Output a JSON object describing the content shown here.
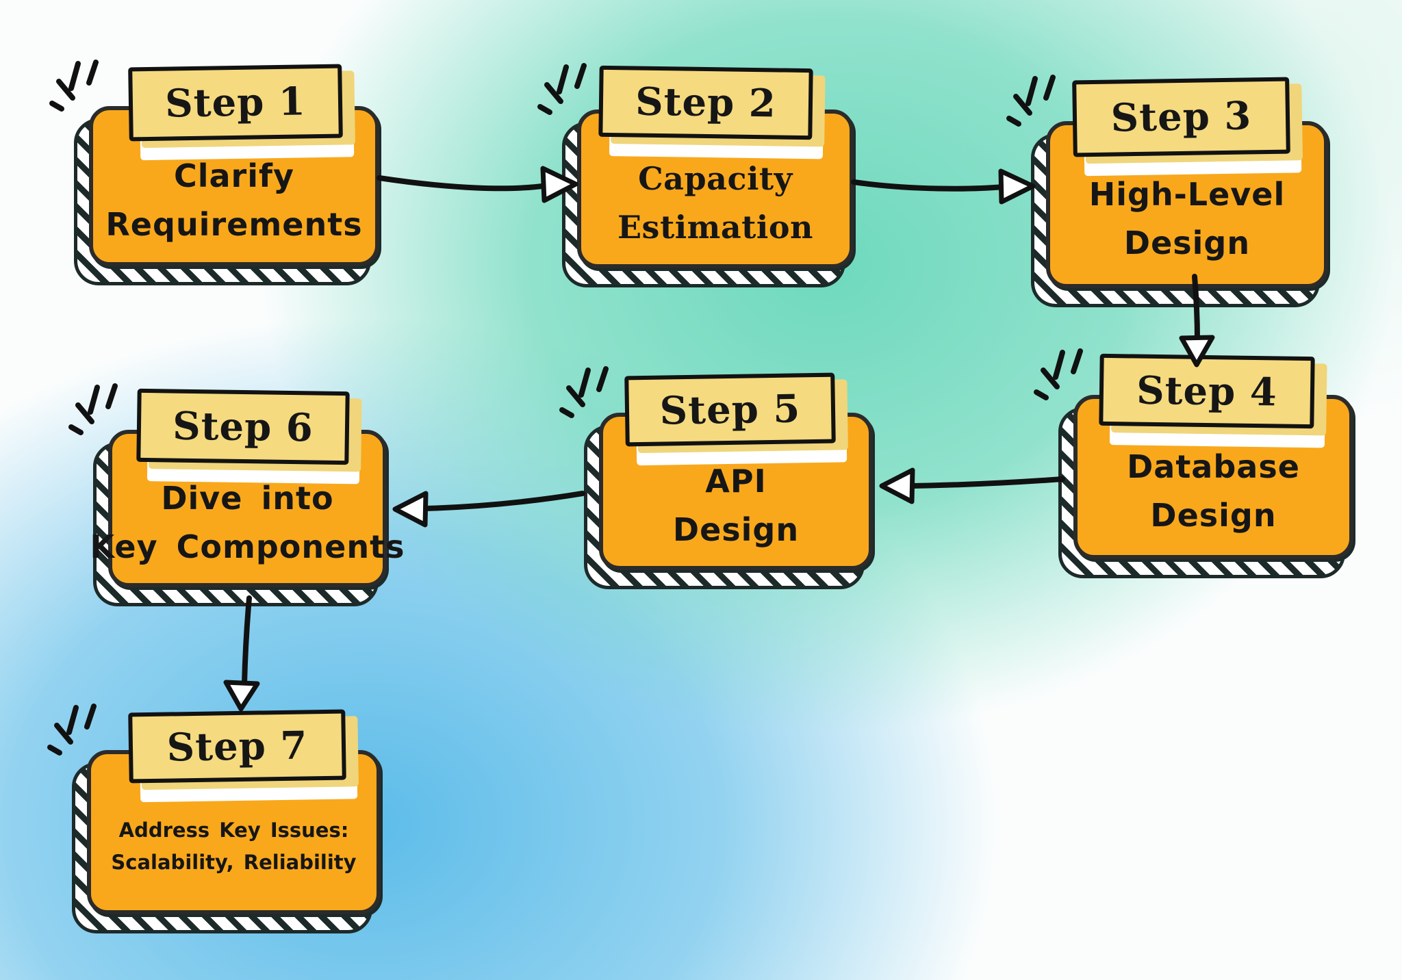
{
  "diagram": {
    "type": "flowchart",
    "style": "hand-drawn sticker boxes with hatched shadows on gradient background"
  },
  "steps": [
    {
      "id": "step-1",
      "label": "Step 1",
      "lines": [
        "Clarify",
        "Requirements"
      ]
    },
    {
      "id": "step-2",
      "label": "Step 2",
      "lines": [
        "Capacity",
        "Estimation"
      ]
    },
    {
      "id": "step-3",
      "label": "Step 3",
      "lines": [
        "High-Level",
        "Design"
      ]
    },
    {
      "id": "step-4",
      "label": "Step 4",
      "lines": [
        "Database",
        "Design"
      ]
    },
    {
      "id": "step-5",
      "label": "Step 5",
      "lines": [
        "API",
        "Design"
      ]
    },
    {
      "id": "step-6",
      "label": "Step 6",
      "lines": [
        "Dive into",
        "Key Components"
      ]
    },
    {
      "id": "step-7",
      "label": "Step 7",
      "lines": [
        "Address Key Issues:",
        "Scalability, Reliability"
      ]
    }
  ],
  "arrows": [
    {
      "from": "step-1",
      "to": "step-2",
      "direction": "right"
    },
    {
      "from": "step-2",
      "to": "step-3",
      "direction": "right"
    },
    {
      "from": "step-3",
      "to": "step-4",
      "direction": "down"
    },
    {
      "from": "step-4",
      "to": "step-5",
      "direction": "left"
    },
    {
      "from": "step-5",
      "to": "step-6",
      "direction": "left"
    },
    {
      "from": "step-6",
      "to": "step-7",
      "direction": "down"
    }
  ],
  "colors": {
    "box_orange": "#F9A81C",
    "tab_yellow": "#F5DA7F",
    "ink": "#161616",
    "outline": "#2B2B2B",
    "hatch_shadow": "#1D2A2A",
    "teal": "#6ED9BD",
    "sky_blue": "#5CBCE9",
    "white": "#FFFFFF"
  }
}
